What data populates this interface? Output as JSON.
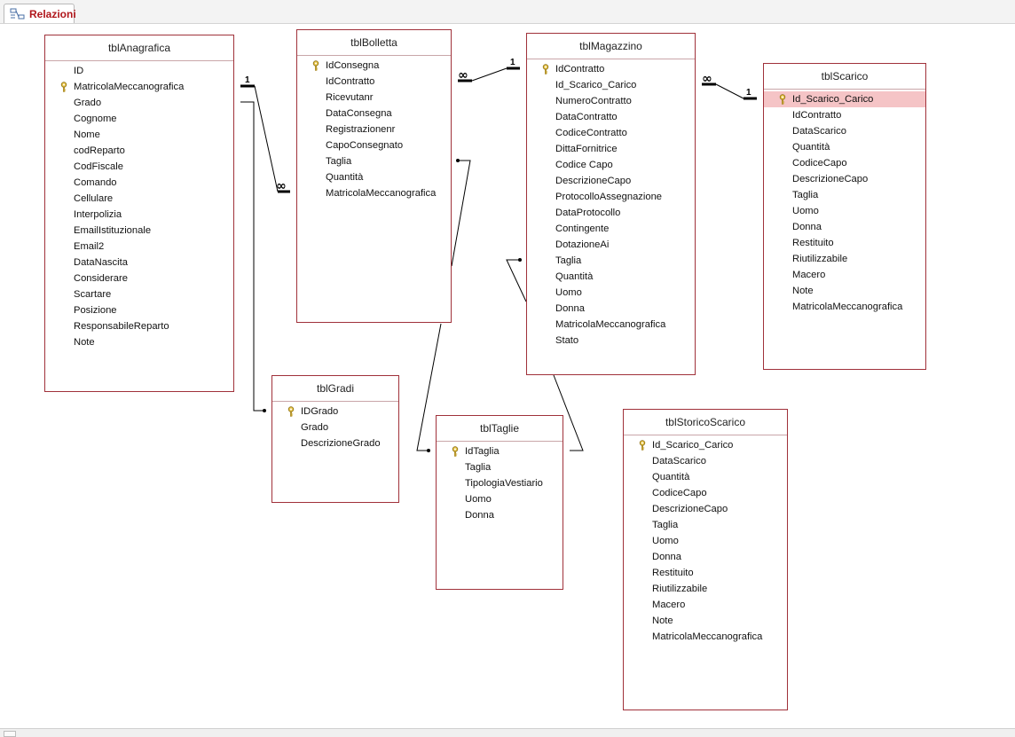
{
  "tab": {
    "label": "Relazioni",
    "icon": "relationships-icon"
  },
  "tables": [
    {
      "id": "tblAnagrafica",
      "name": "tblAnagrafica",
      "fields": [
        "ID",
        "MatricolaMeccanografica",
        "Grado",
        "Cognome",
        "Nome",
        "codReparto",
        "CodFiscale",
        "Comando",
        "Cellulare",
        "Interpolizia",
        "EmailIstituzionale",
        "Email2",
        "DataNascita",
        "Considerare",
        "Scartare",
        "Posizione",
        "ResponsabileReparto",
        "Note"
      ],
      "keys": [
        1
      ]
    },
    {
      "id": "tblBolletta",
      "name": "tblBolletta",
      "fields": [
        "IdConsegna",
        "IdContratto",
        "Ricevutanr",
        "DataConsegna",
        "Registrazionenr",
        "CapoConsegnato",
        "Taglia",
        "Quantità",
        "MatricolaMeccanografica"
      ],
      "keys": [
        0
      ]
    },
    {
      "id": "tblMagazzino",
      "name": "tblMagazzino",
      "fields": [
        "IdContratto",
        "Id_Scarico_Carico",
        "NumeroContratto",
        "DataContratto",
        "CodiceContratto",
        "DittaFornitrice",
        "Codice Capo",
        "DescrizioneCapo",
        "ProtocolloAssegnazione",
        "DataProtocollo",
        "Contingente",
        "DotazioneAi",
        "Taglia",
        "Quantità",
        "Uomo",
        "Donna",
        "MatricolaMeccanografica",
        "Stato"
      ],
      "keys": [
        0
      ]
    },
    {
      "id": "tblScarico",
      "name": "tblScarico",
      "fields": [
        "Id_Scarico_Carico",
        "IdContratto",
        "DataScarico",
        "Quantità",
        "CodiceCapo",
        "DescrizioneCapo",
        "Taglia",
        "Uomo",
        "Donna",
        "Restituito",
        "Riutilizzabile",
        "Macero",
        "Note",
        "MatricolaMeccanografica"
      ],
      "keys": [
        0
      ],
      "selected": 0
    },
    {
      "id": "tblGradi",
      "name": "tblGradi",
      "fields": [
        "IDGrado",
        "Grado",
        "DescrizioneGrado"
      ],
      "keys": [
        0
      ]
    },
    {
      "id": "tblTaglie",
      "name": "tblTaglie",
      "fields": [
        "IdTaglia",
        "Taglia",
        "TipologiaVestiario",
        "Uomo",
        "Donna"
      ],
      "keys": [
        0
      ]
    },
    {
      "id": "tblStoricoScarico",
      "name": "tblStoricoScarico",
      "fields": [
        "Id_Scarico_Carico",
        "DataScarico",
        "Quantità",
        "CodiceCapo",
        "DescrizioneCapo",
        "Taglia",
        "Uomo",
        "Donna",
        "Restituito",
        "Riutilizzabile",
        "Macero",
        "Note",
        "MatricolaMeccanografica"
      ],
      "keys": [
        0
      ]
    }
  ],
  "relationships": [
    {
      "from": "tblAnagrafica.MatricolaMeccanografica",
      "to": "tblBolletta.MatricolaMeccanografica",
      "one_label": "1",
      "many_label": "∞"
    },
    {
      "from": "tblMagazzino.IdContratto",
      "to": "tblBolletta.IdContratto",
      "one_label": "1",
      "many_label": "∞"
    },
    {
      "from": "tblScarico.Id_Scarico_Carico",
      "to": "tblMagazzino.Id_Scarico_Carico",
      "one_label": "1",
      "many_label": "∞"
    }
  ],
  "colors": {
    "table_border": "#a0313a",
    "selected_field": "#f5c4c6",
    "tab_label": "#b0161b"
  }
}
